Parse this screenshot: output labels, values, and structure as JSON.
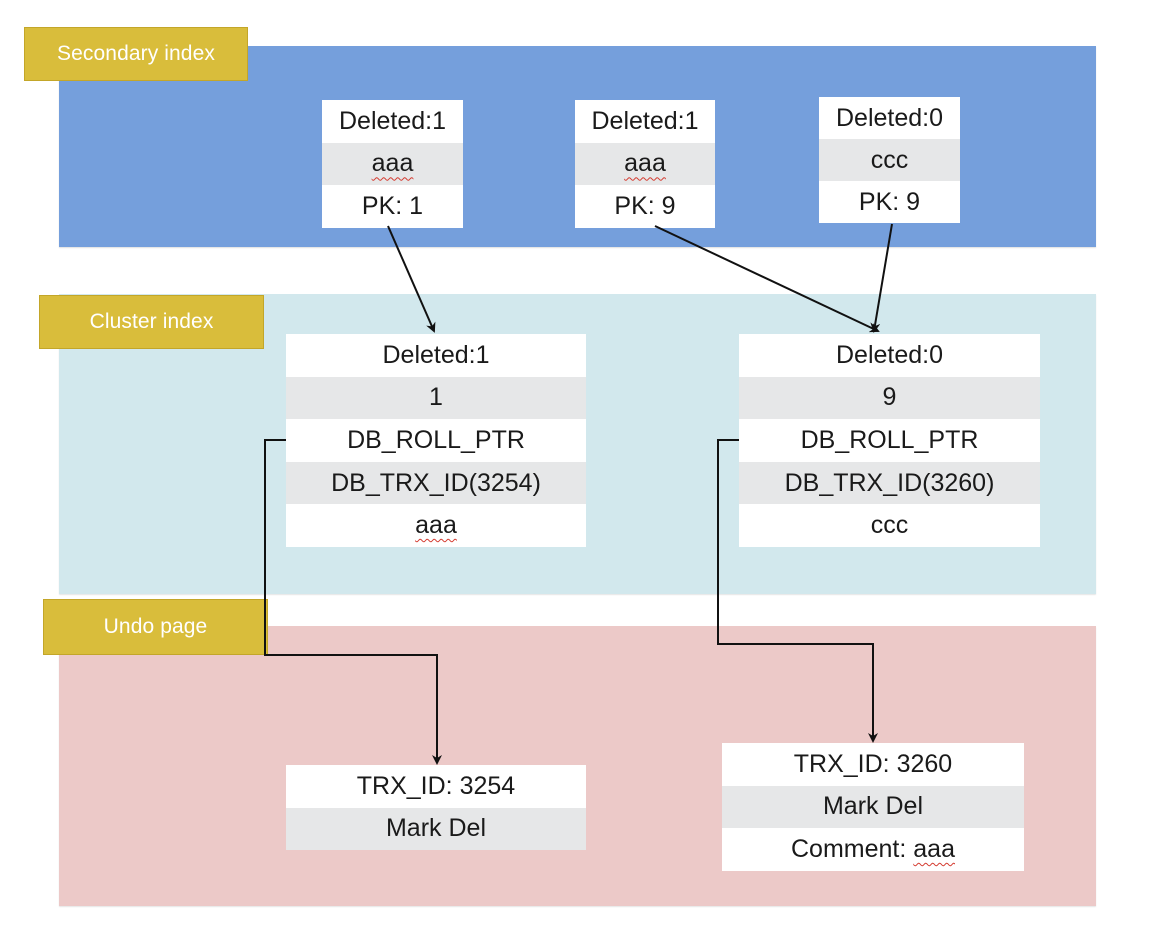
{
  "sections": {
    "secondary": "Secondary index",
    "cluster": "Cluster index",
    "undo": "Undo page"
  },
  "secondary_records": [
    {
      "deleted": "Deleted:1",
      "key": "aaa",
      "pk": "PK: 1"
    },
    {
      "deleted": "Deleted:1",
      "key": "aaa",
      "pk": "PK: 9"
    },
    {
      "deleted": "Deleted:0",
      "key": "ccc",
      "pk": "PK: 9"
    }
  ],
  "cluster_records": [
    {
      "deleted": "Deleted:1",
      "id": "1",
      "roll_ptr": "DB_ROLL_PTR",
      "trx_id": "DB_TRX_ID(3254)",
      "value": "aaa"
    },
    {
      "deleted": "Deleted:0",
      "id": "9",
      "roll_ptr": "DB_ROLL_PTR",
      "trx_id": "DB_TRX_ID(3260)",
      "value": "ccc"
    }
  ],
  "undo_records": [
    {
      "trx_id": "TRX_ID: 3254",
      "op": "Mark Del"
    },
    {
      "trx_id": "TRX_ID: 3260",
      "op": "Mark Del",
      "comment_prefix": "Comment: ",
      "comment_value": "aaa"
    }
  ],
  "colors": {
    "secondary_band": "#759fdc",
    "cluster_band": "#d2e8ed",
    "undo_band": "#ecc9c8",
    "section_label": "#d9bd3b",
    "row_white": "#ffffff",
    "row_gray": "#e6e7e8",
    "spellcheck_underline": "#d43a2f"
  }
}
